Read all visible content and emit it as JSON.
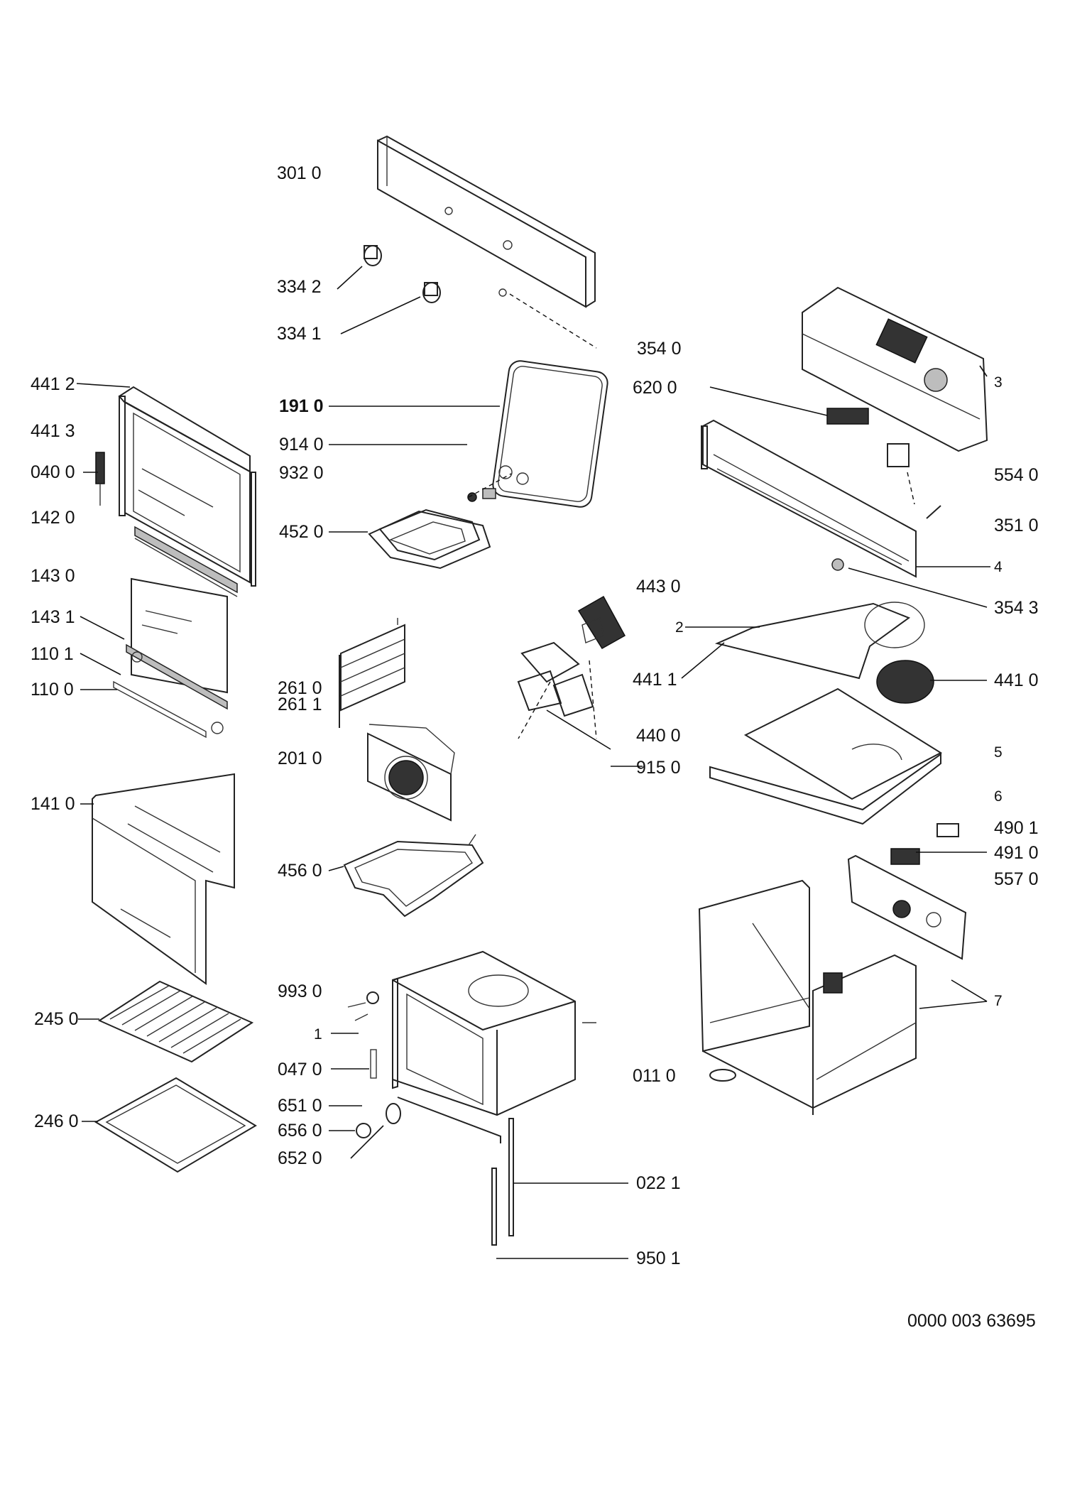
{
  "diagram": {
    "document_number": "0000 003 63695",
    "labels": {
      "p3010": "301 0",
      "p3342": "334 2",
      "p3341": "334 1",
      "p3540": "354 0",
      "p4412": "441 2",
      "p4413": "441 3",
      "p0400": "040 0",
      "p1420": "142 0",
      "p1430": "143 0",
      "p1431": "143 1",
      "p1101": "110 1",
      "p1100": "110 0",
      "p1410": "141 0",
      "p2450": "245 0",
      "p2460": "246 0",
      "p1910": "191 0",
      "p9140": "914 0",
      "p9320": "932 0",
      "p4520": "452 0",
      "p2610": "261 0",
      "p2611": "261 1",
      "p2010": "201 0",
      "p4560": "456 0",
      "p9930": "993 0",
      "p1": "1",
      "p0470": "047 0",
      "p6510": "651 0",
      "p6560": "656 0",
      "p6520": "652 0",
      "p6200": "620 0",
      "p4430": "443 0",
      "p4411": "441 1",
      "p4400": "440 0",
      "p9150": "915 0",
      "p0110": "011 0",
      "p0221": "022 1",
      "p9501": "950 1",
      "p3": "3",
      "p5540": "554 0",
      "p3510": "351 0",
      "p4": "4",
      "p3543": "354 3",
      "p2": "2",
      "p4410": "441 0",
      "p5": "5",
      "p6": "6",
      "p4901": "490 1",
      "p4910": "491 0",
      "p5570": "557 0",
      "p7": "7"
    }
  }
}
